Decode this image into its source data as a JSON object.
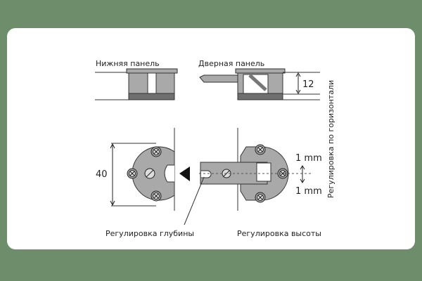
{
  "labels": {
    "bottom_panel": "Нижняя панель",
    "door_panel": "Дверная панель",
    "thickness": "12",
    "diameter": "40",
    "up_mm": "1 mm",
    "down_mm": "1 mm",
    "horizontal_adjust": "Регулировка по горизонтали",
    "depth_adjust": "Регулировка глубины",
    "height_adjust": "Регулировка высоты"
  },
  "colors": {
    "frame": "#6d8d6b",
    "part": "#a9a9a9",
    "strip": "#6f6f6f"
  }
}
